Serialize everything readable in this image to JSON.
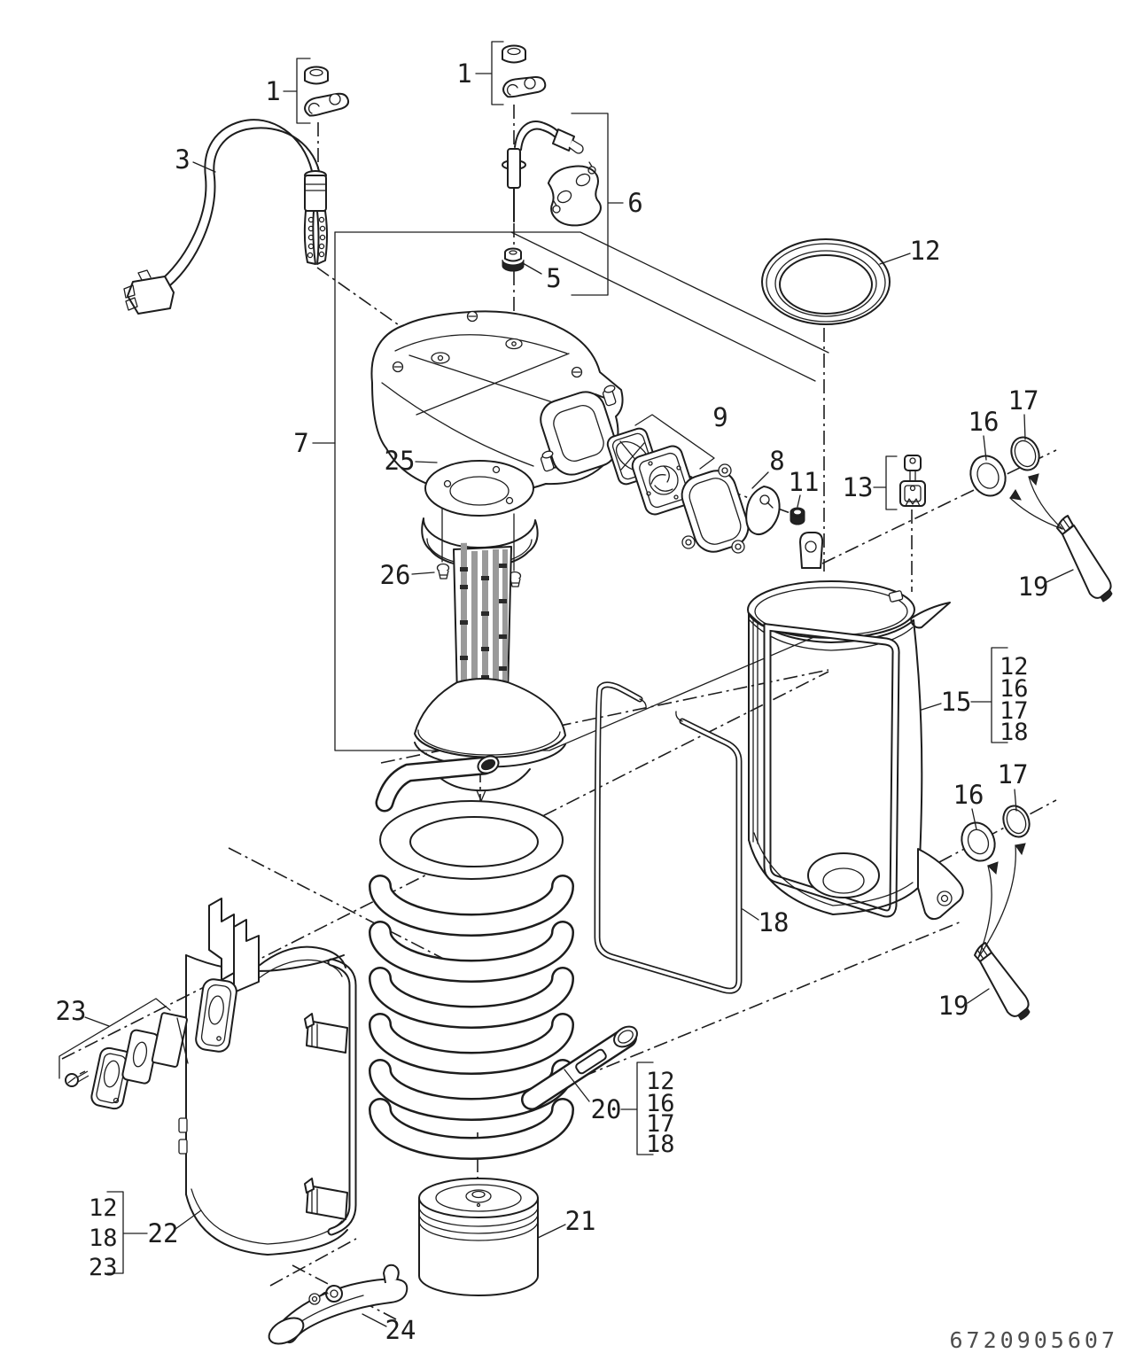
{
  "callouts": {
    "one_left": "1",
    "one_mid": "1",
    "three": "3",
    "five": "5",
    "six": "6",
    "seven": "7",
    "eight": "8",
    "nine": "9",
    "eleven": "11",
    "twelve": "12",
    "thirteen": "13",
    "sixteen_top": "16",
    "seventeen_top": "17",
    "nineteen_top": "19",
    "eighteen": "18",
    "sixteen_bottom": "16",
    "seventeen_bottom": "17",
    "nineteen_bottom": "19",
    "twentyone": "21",
    "twentythree": "23",
    "twentyfour": "24",
    "twentyfive": "25",
    "twentysix": "26"
  },
  "groups": {
    "g15": {
      "label": "15",
      "items": [
        "12",
        "16",
        "17",
        "18"
      ]
    },
    "g20": {
      "label": "20",
      "items": [
        "12",
        "16",
        "17",
        "18"
      ]
    },
    "g22": {
      "label": "22",
      "items": [
        "12",
        "18",
        "23"
      ]
    }
  },
  "footer": {
    "document_number": "6720905607"
  }
}
